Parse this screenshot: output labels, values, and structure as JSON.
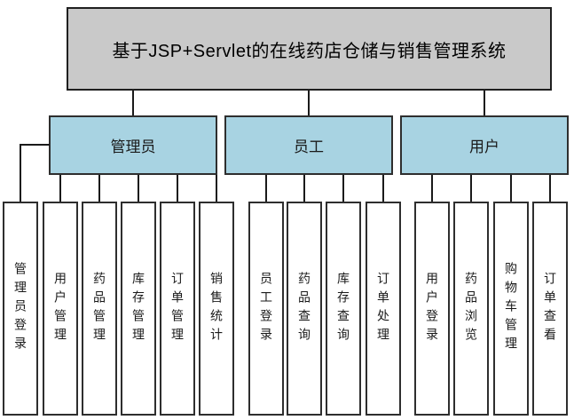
{
  "diagram": {
    "title": "基于JSP+Servlet的在线药店仓储与销售管理系统",
    "colors": {
      "root_fill": "#c9c9c9",
      "group_fill": "#a8d3e2",
      "leaf_fill": "#ffffff",
      "border": "#2e2e2e",
      "line": "#1a1a1a",
      "background": "#ffffff"
    },
    "groups": [
      {
        "label": "管理员",
        "children": [
          "管理员登录",
          "用户管理",
          "药品管理",
          "库存管理",
          "订单管理",
          "销售统计"
        ]
      },
      {
        "label": "员工",
        "children": [
          "员工登录",
          "药品查询",
          "库存查询",
          "订单处理"
        ]
      },
      {
        "label": "用户",
        "children": [
          "用户登录",
          "药品浏览",
          "购物车管理",
          "订单查看"
        ]
      }
    ]
  }
}
